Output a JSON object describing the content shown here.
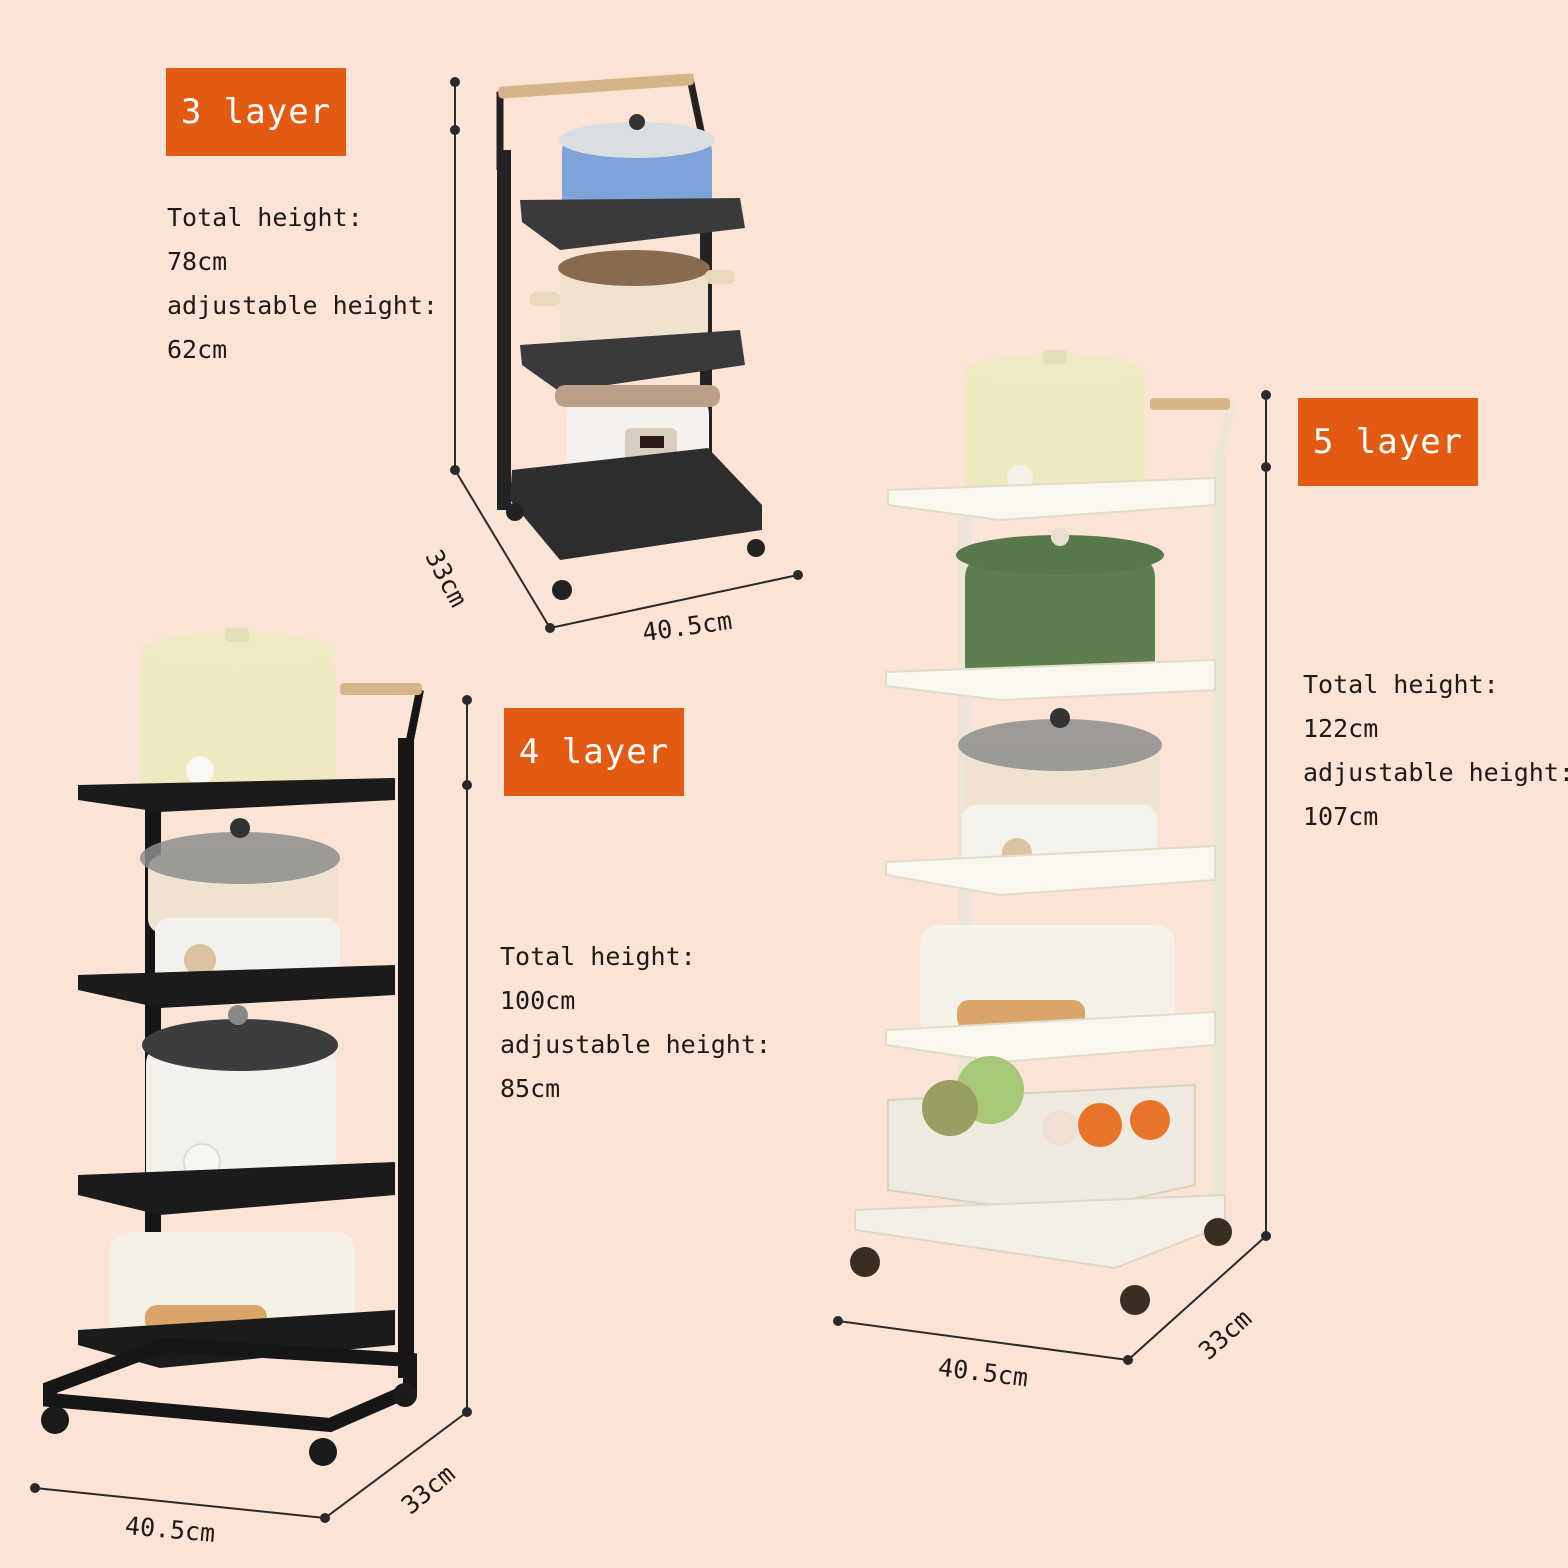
{
  "colors": {
    "background": "#fbe3d6",
    "badge": "#e35a12",
    "rack_black": "#1e1e1e",
    "rack_white": "#f4efe4"
  },
  "rack3": {
    "badge": "3 layer",
    "specs": [
      "Total height:",
      "78cm",
      "adjustable height:",
      "62cm"
    ],
    "depth": "33cm",
    "width": "40.5cm"
  },
  "rack4": {
    "badge": "4 layer",
    "specs": [
      "Total height:",
      "100cm",
      "adjustable height:",
      "85cm"
    ],
    "depth": "33cm",
    "width": "40.5cm"
  },
  "rack5": {
    "badge": "5 layer",
    "specs": [
      "Total height:",
      "122cm",
      "adjustable height:",
      "107cm"
    ],
    "depth": "33cm",
    "width": "40.5cm"
  }
}
